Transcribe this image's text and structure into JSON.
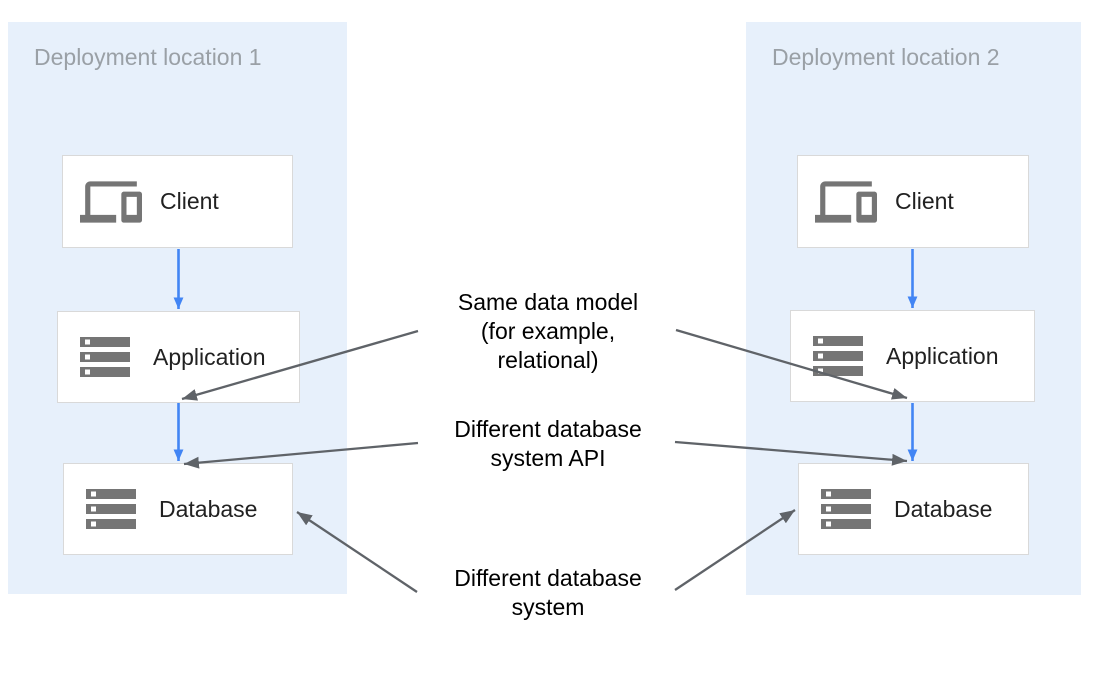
{
  "locations": [
    {
      "title": "Deployment location 1",
      "nodes": [
        {
          "label": "Client",
          "icon": "devices-icon"
        },
        {
          "label": "Application",
          "icon": "storage-icon"
        },
        {
          "label": "Database",
          "icon": "storage-icon"
        }
      ]
    },
    {
      "title": "Deployment location 2",
      "nodes": [
        {
          "label": "Client",
          "icon": "devices-icon"
        },
        {
          "label": "Application",
          "icon": "storage-icon"
        },
        {
          "label": "Database",
          "icon": "storage-icon"
        }
      ]
    }
  ],
  "annotations": [
    {
      "lines": [
        "Same data model",
        "(for example,",
        "relational)"
      ]
    },
    {
      "lines": [
        "Different database",
        "system API"
      ]
    },
    {
      "lines": [
        "Different database",
        "system"
      ]
    }
  ],
  "colors": {
    "panel_bg": "#e7f0fb",
    "box_bg": "#ffffff",
    "box_border": "#d9d9d9",
    "title_text": "#9aa0a6",
    "label_text": "#212121",
    "annotation_text": "#000000",
    "flow_arrow": "#4285f4",
    "annotation_arrow": "#5f6368",
    "icon": "#757575"
  }
}
